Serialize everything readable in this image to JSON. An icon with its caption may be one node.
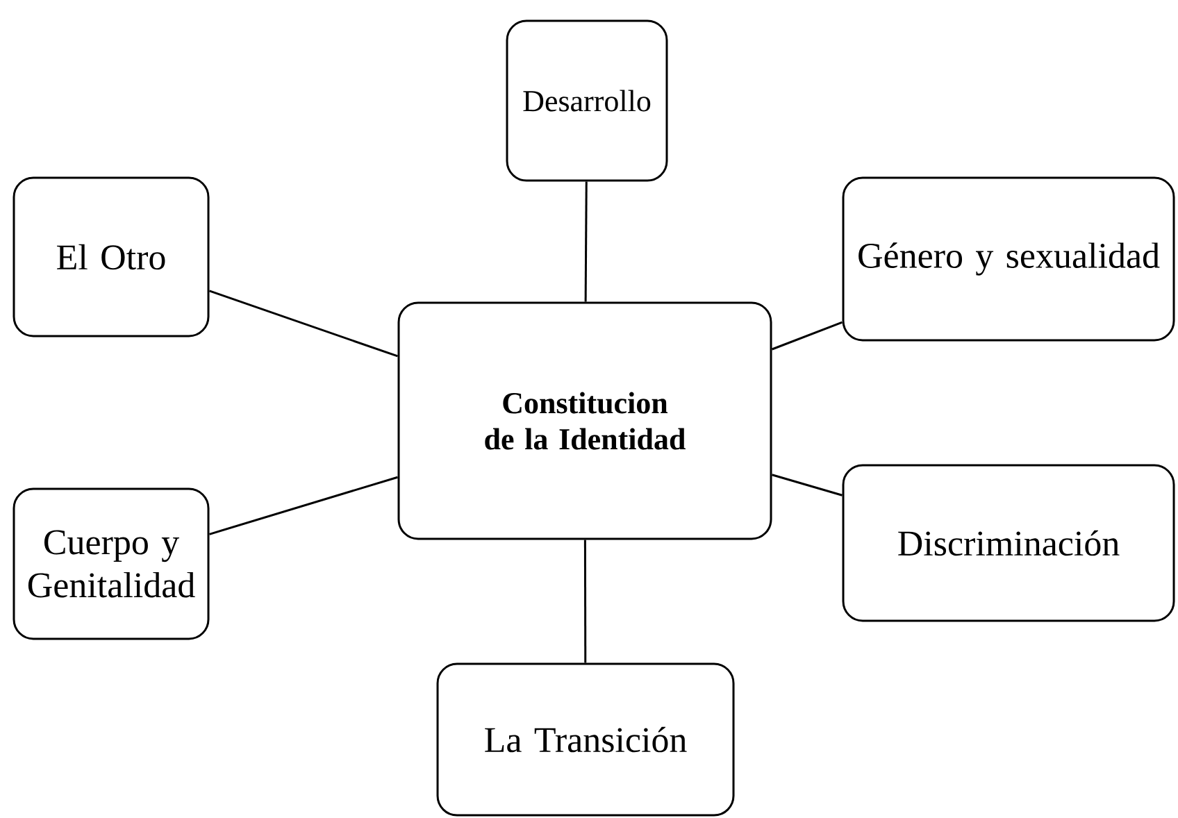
{
  "diagram": {
    "nodes": [
      {
        "text": [
          "Desarrollo"
        ]
      },
      {
        "text": [
          "El Otro"
        ]
      },
      {
        "text": [
          "Género y sexualidad"
        ]
      },
      {
        "text": [
          "Constitucion de la Identidad"
        ]
      },
      {
        "text": [
          "Cuerpo y Genitalidad"
        ]
      },
      {
        "text": [
          "Discriminación"
        ]
      },
      {
        "text": [
          "La Transición"
        ]
      }
    ],
    "edges": [
      {
        "from": 3,
        "to": 0,
        "arrow": "none"
      },
      {
        "from": 3,
        "to": 1,
        "arrow": "none"
      },
      {
        "from": 3,
        "to": 2,
        "arrow": "none"
      },
      {
        "from": 3,
        "to": 4,
        "arrow": "none"
      },
      {
        "from": 3,
        "to": 5,
        "arrow": "none"
      },
      {
        "from": 3,
        "to": 6,
        "arrow": "none"
      }
    ]
  }
}
